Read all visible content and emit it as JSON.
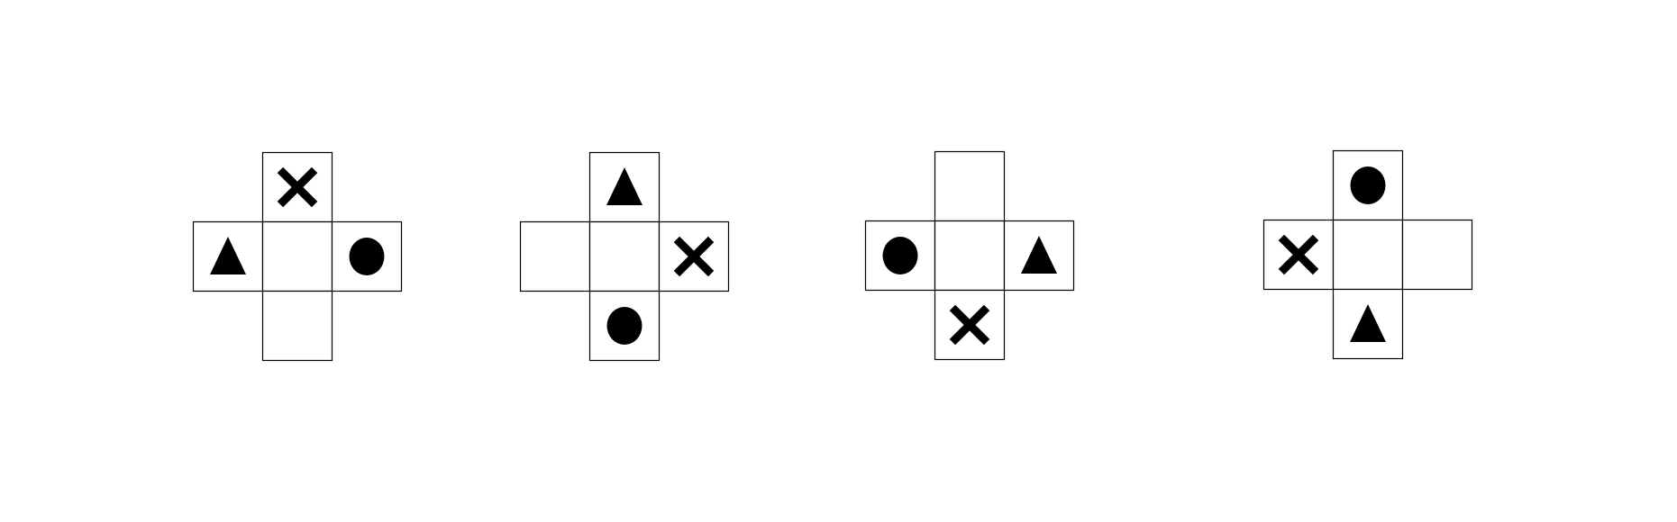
{
  "figures": [
    {
      "name": "cross-net-1",
      "cells": [
        {
          "pos": "top",
          "symbol": "cross"
        },
        {
          "pos": "left",
          "symbol": "triangle"
        },
        {
          "pos": "center",
          "symbol": ""
        },
        {
          "pos": "right",
          "symbol": "circle"
        },
        {
          "pos": "bottom",
          "symbol": ""
        }
      ]
    },
    {
      "name": "cross-net-2",
      "cells": [
        {
          "pos": "top",
          "symbol": "triangle"
        },
        {
          "pos": "left",
          "symbol": ""
        },
        {
          "pos": "center",
          "symbol": ""
        },
        {
          "pos": "right",
          "symbol": "cross"
        },
        {
          "pos": "bottom",
          "symbol": "circle"
        }
      ]
    },
    {
      "name": "cross-net-3",
      "cells": [
        {
          "pos": "top",
          "symbol": ""
        },
        {
          "pos": "left",
          "symbol": "circle"
        },
        {
          "pos": "center",
          "symbol": ""
        },
        {
          "pos": "right",
          "symbol": "triangle"
        },
        {
          "pos": "bottom",
          "symbol": "cross"
        }
      ]
    },
    {
      "name": "cross-net-4",
      "cells": [
        {
          "pos": "top",
          "symbol": "circle"
        },
        {
          "pos": "left",
          "symbol": "cross"
        },
        {
          "pos": "center",
          "symbol": ""
        },
        {
          "pos": "right",
          "symbol": ""
        },
        {
          "pos": "bottom",
          "symbol": "triangle"
        }
      ]
    }
  ],
  "colors": {
    "stroke": "#000000",
    "fill": "#000000",
    "background": "#ffffff"
  }
}
